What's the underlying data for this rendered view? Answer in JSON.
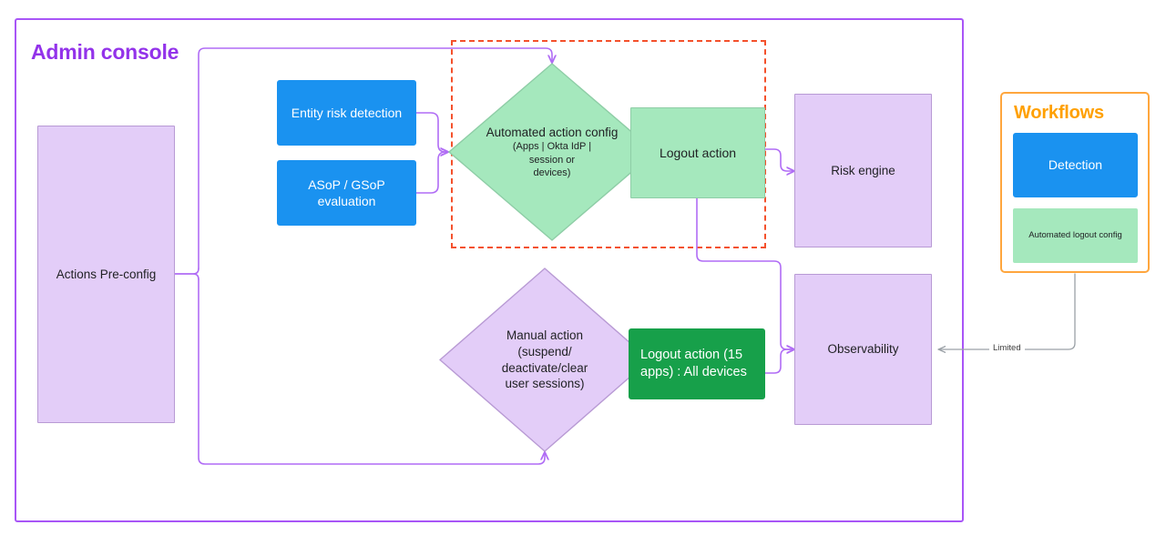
{
  "diagram": {
    "title": "Admin console",
    "type": "flowchart",
    "colors": {
      "admin_frame_border": "#a855f7",
      "admin_title": "#9333ea",
      "dashed_box_border": "#f4512c",
      "workflows_border": "#ffa63d",
      "workflows_title": "#ffa000",
      "blue_node": "#1a92f0",
      "purple_node": "#e3cdf8",
      "green_node": "#a5e8bd",
      "green_node_dark": "#17a04a",
      "connector_purple": "#b06cf5",
      "connector_gray": "#9aa0a6"
    }
  },
  "admin_console": {
    "title": "Admin console",
    "actions_preconfig": {
      "label": "Actions Pre-config"
    },
    "inputs": [
      {
        "label": "Entity risk detection"
      },
      {
        "label": "ASoP / GSoP evaluation"
      }
    ],
    "automated": {
      "diamond_main": "Automated action config",
      "diamond_sub": "(Apps | Okta IdP | session or devices)",
      "diamond_sub_lines": [
        "(Apps | Okta IdP |",
        "session or",
        "devices)"
      ],
      "logout_action": "Logout action"
    },
    "manual": {
      "diamond_lines": [
        "Manual action",
        "(suspend/",
        "deactivate/clear",
        "user sessions)"
      ],
      "logout_action": "Logout action (15 apps) : All devices"
    },
    "outputs": [
      {
        "label": "Risk engine"
      },
      {
        "label": "Observability"
      }
    ]
  },
  "workflows": {
    "title": "Workflows",
    "items": [
      {
        "label": "Detection",
        "style": "blue"
      },
      {
        "label": "Automated logout config",
        "style": "green"
      }
    ],
    "edge_to_observability_label": "Limited"
  }
}
